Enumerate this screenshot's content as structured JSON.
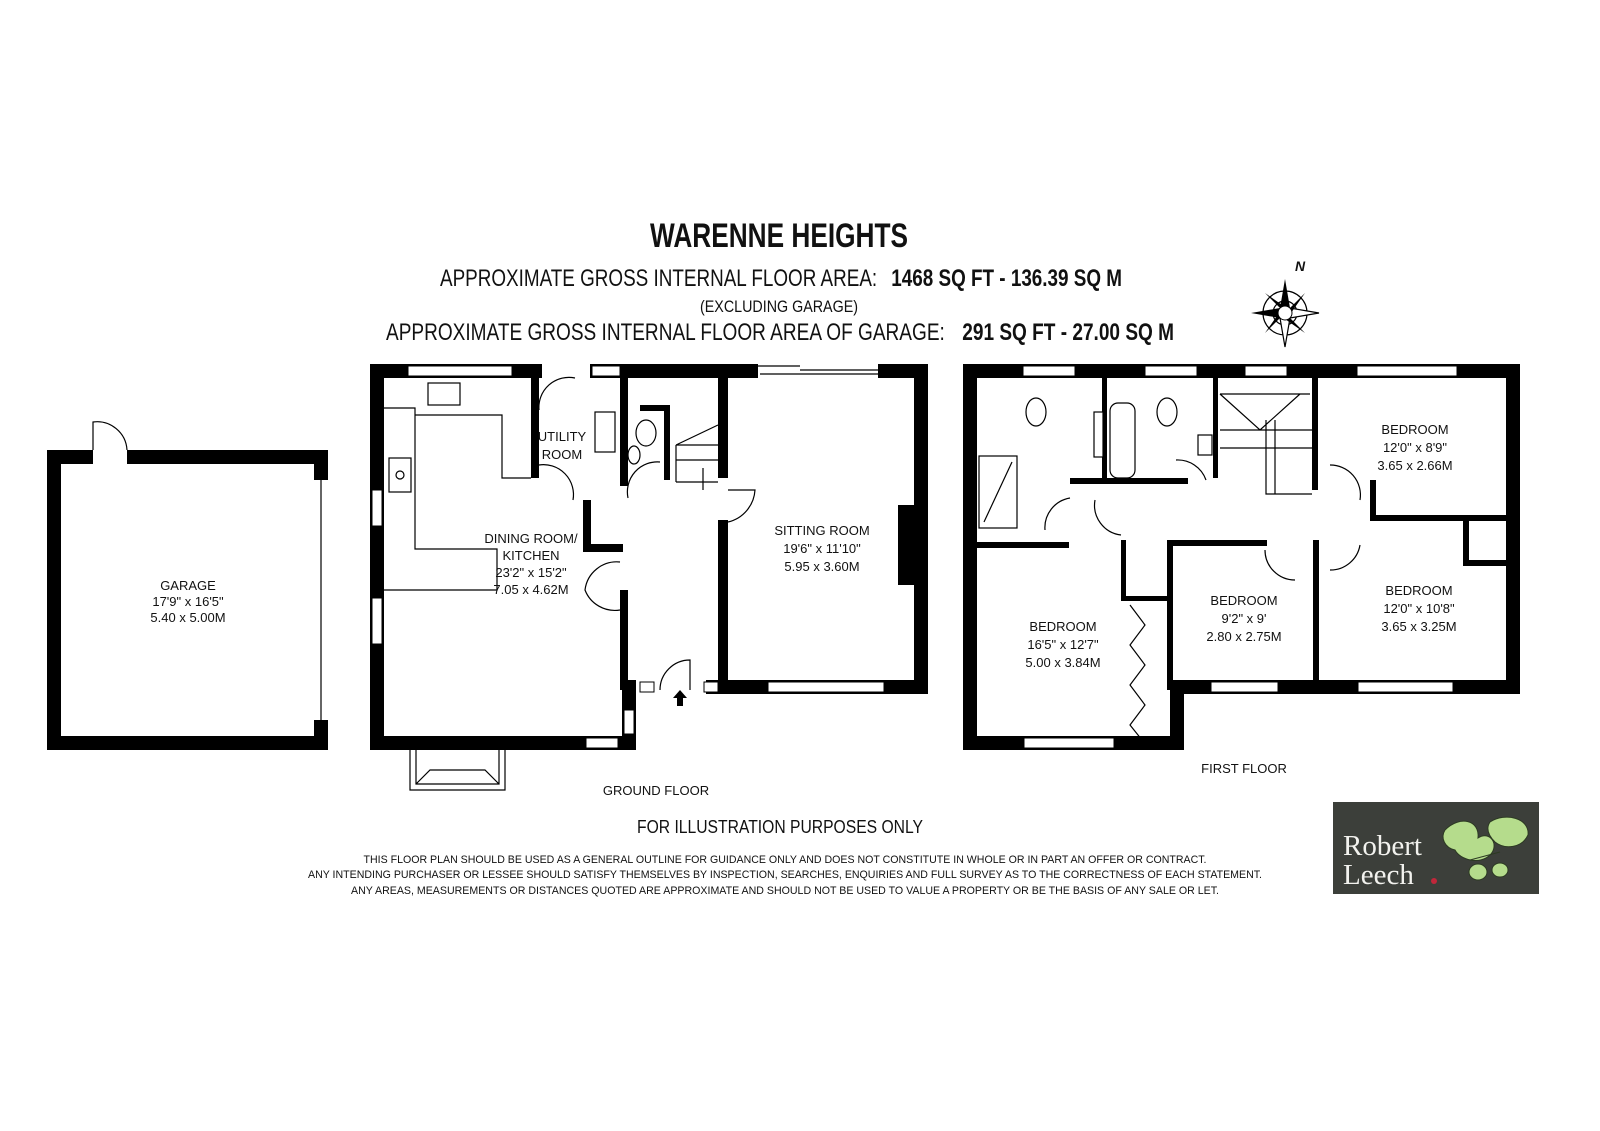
{
  "header": {
    "title": "WARENNE HEIGHTS",
    "area_label": "APPROXIMATE GROSS INTERNAL FLOOR AREA:",
    "area_value": "1468 SQ FT  -  136.39 SQ M",
    "area_note": "(EXCLUDING GARAGE)",
    "garage_area_label": "APPROXIMATE GROSS INTERNAL FLOOR AREA OF GARAGE:",
    "garage_area_value": "291 SQ FT  -  27.00 SQ M"
  },
  "compass": {
    "north_label": "N"
  },
  "garage": {
    "name": "GARAGE",
    "imperial": "17'9\" x 16'5\"",
    "metric": "5.40 x 5.00M"
  },
  "ground_floor": {
    "label": "GROUND FLOOR",
    "rooms": [
      {
        "name": "UTILITY",
        "name2": "ROOM"
      },
      {
        "name": "DINING ROOM/",
        "name2": "KITCHEN",
        "imperial": "23'2\" x 15'2\"",
        "metric": "7.05 x 4.62M"
      },
      {
        "name": "SITTING ROOM",
        "imperial": "19'6\" x 11'10\"",
        "metric": "5.95 x 3.60M"
      }
    ]
  },
  "first_floor": {
    "label": "FIRST FLOOR",
    "rooms": [
      {
        "name": "BEDROOM",
        "imperial": "12'0\" x 8'9\"",
        "metric": "3.65 x 2.66M"
      },
      {
        "name": "BEDROOM",
        "imperial": "16'5\" x 12'7\"",
        "metric": "5.00 x 3.84M"
      },
      {
        "name": "BEDROOM",
        "imperial": "9'2\" x 9'",
        "metric": "2.80 x 2.75M"
      },
      {
        "name": "BEDROOM",
        "imperial": "12'0\" x 10'8\"",
        "metric": "3.65 x 3.25M"
      }
    ]
  },
  "footer": {
    "illustration": "FOR ILLUSTRATION PURPOSES ONLY",
    "disclaimer": [
      "THIS FLOOR PLAN SHOULD BE USED AS A GENERAL OUTLINE FOR GUIDANCE ONLY AND DOES NOT CONSTITUTE IN WHOLE OR IN PART AN OFFER OR CONTRACT.",
      "ANY INTENDING PURCHASER OR LESSEE SHOULD SATISFY THEMSELVES BY INSPECTION, SEARCHES, ENQUIRIES AND FULL SURVEY AS TO THE CORRECTNESS OF EACH STATEMENT.",
      "ANY AREAS, MEASUREMENTS OR DISTANCES QUOTED ARE APPROXIMATE AND SHOULD NOT BE USED TO VALUE A PROPERTY OR BE THE BASIS OF ANY SALE OR LET."
    ]
  },
  "logo": {
    "line1": "Robert",
    "line2": "Leech",
    "bg": "#3c3f3a",
    "leaf": "#b5dc8c",
    "dot": "#c0273a"
  }
}
